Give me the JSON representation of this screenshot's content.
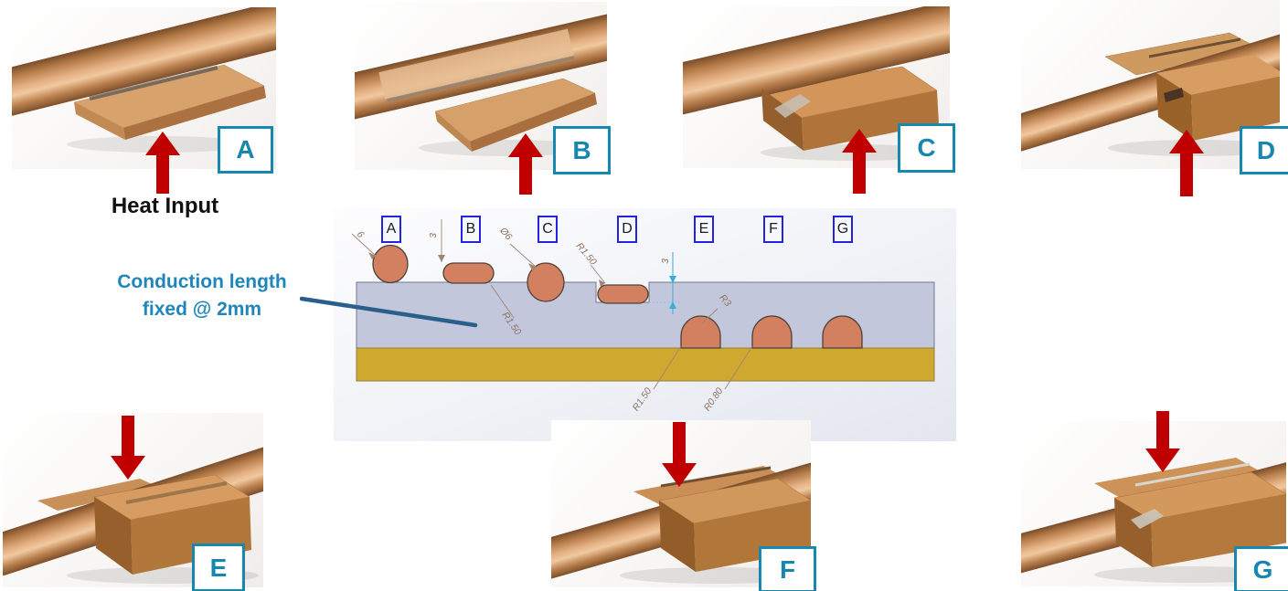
{
  "captions": {
    "heat_input": "Heat Input",
    "conduction_line1": "Conduction length",
    "conduction_line2": "fixed @ 2mm"
  },
  "photos": [
    {
      "id": "A",
      "label": "A",
      "arrow_direction": "up",
      "description": "round tube on thin plate"
    },
    {
      "id": "B",
      "label": "B",
      "arrow_direction": "up",
      "description": "flattened tube on thin plate"
    },
    {
      "id": "C",
      "label": "C",
      "arrow_direction": "up",
      "description": "round tube in grooved block"
    },
    {
      "id": "D",
      "label": "D",
      "arrow_direction": "up",
      "description": "flattened tube in slotted block"
    },
    {
      "id": "E",
      "label": "E",
      "arrow_direction": "down",
      "description": "tube embedded in block, heat from top"
    },
    {
      "id": "F",
      "label": "F",
      "arrow_direction": "down",
      "description": "tube embedded in block, heat from top"
    },
    {
      "id": "G",
      "label": "G",
      "arrow_direction": "down",
      "description": "tube embedded in block with weld seam"
    }
  ],
  "diagram": {
    "labels": [
      "A",
      "B",
      "C",
      "D",
      "E",
      "F",
      "G"
    ],
    "dims": {
      "a_diameter": "6",
      "b_height": "3",
      "c_diameter": "Ø6",
      "b_corner_radius": "R1.50",
      "d_corner_radius": "R1.50",
      "d_depth": "3",
      "e_radius": "R3",
      "bottom_radius_1": "R1.50",
      "bottom_radius_2": "R0.80"
    }
  },
  "colors": {
    "arrow_red": "#C00000",
    "photo_label_teal": "#1887B0",
    "diagram_label_blue": "#2424DE",
    "note_blue": "#2085BB",
    "plate_lavender": "#C3C7DB",
    "backing_yellow": "#CFA92F",
    "tube_section_salmon": "#D2805F",
    "dim_text_brown": "#8D7465",
    "dim_cyan": "#2FB0D8",
    "leader_line_blue": "#2A5F8C",
    "copper": "#C98C5C"
  }
}
